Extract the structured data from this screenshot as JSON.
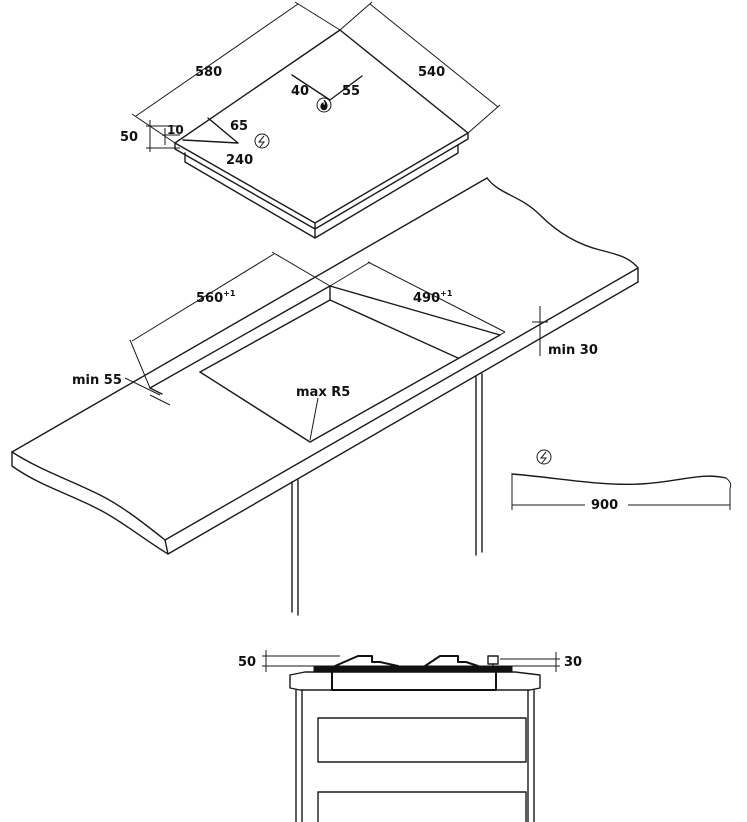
{
  "hob": {
    "width": "580",
    "depth": "540",
    "height_total": "50",
    "height_top": "10",
    "gas_inlet_x": "40",
    "gas_inlet_y": "55",
    "power_x": "65",
    "power_y": "240"
  },
  "cutout": {
    "width": "560",
    "width_sup": "+1",
    "depth": "490",
    "depth_sup": "+1",
    "front_min": "min 55",
    "worktop_min": "min 30",
    "corner_radius": "max R5"
  },
  "cable": {
    "length": "900"
  },
  "section": {
    "left_height": "50",
    "right_height": "30"
  },
  "icons": {
    "gas": "gas-flame-icon",
    "power": "lightning-bolt-icon"
  }
}
